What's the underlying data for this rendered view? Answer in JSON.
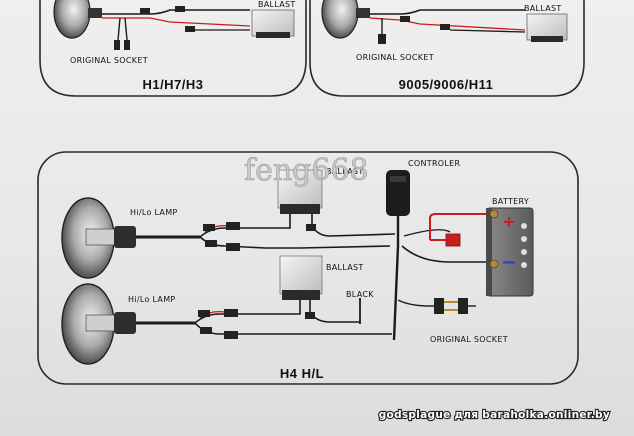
{
  "panels": {
    "top_left": {
      "ballast_label": "BALLAST",
      "socket_label": "ORIGINAL SOCKET",
      "caption": "H1/H7/H3"
    },
    "top_right": {
      "ballast_label": "BALLAST",
      "socket_label": "ORIGINAL SOCKET",
      "caption": "9005/9006/H11"
    },
    "main": {
      "controller_label": "CONTROLER",
      "ballast_upper_label": "BALLAST",
      "ballast_lower_label": "BALLAST",
      "battery_label": "BATTERY",
      "battery_plus": "+",
      "battery_minus": "−",
      "lamp_upper_label": "Hi/Lo LAMP",
      "lamp_lower_label": "Hi/Lo LAMP",
      "black_label": "BLACK",
      "socket_label": "ORIGINAL SOCKET",
      "caption": "H4 H/L"
    }
  },
  "watermark": "feng668",
  "credit": "godsplague для baraholka.onliner.by",
  "colors": {
    "wire": "#1a1a1a",
    "red_wire": "#cc1a1a",
    "battery": "#6c6c6c",
    "panel_stroke": "#2a2a2a"
  }
}
